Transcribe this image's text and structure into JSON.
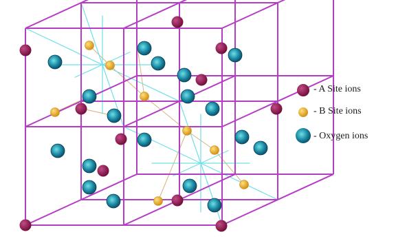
{
  "legend": {
    "items": [
      {
        "key": "a_site",
        "label": "- A Site ions",
        "color": "#8a1048",
        "icon": "a-site-ion-swatch"
      },
      {
        "key": "b_site",
        "label": "- B Site ions",
        "color": "#e3a21a",
        "icon": "b-site-ion-swatch"
      },
      {
        "key": "oxygen",
        "label": "- Oxygen ions",
        "color": "#1c7f9c",
        "icon": "oxygen-ion-swatch"
      }
    ]
  },
  "colors": {
    "cell_edge": "#b53cc4",
    "octahedron_edge": "#6fe0e8",
    "bond": "#d9b27c",
    "background": "#ffffff"
  }
}
